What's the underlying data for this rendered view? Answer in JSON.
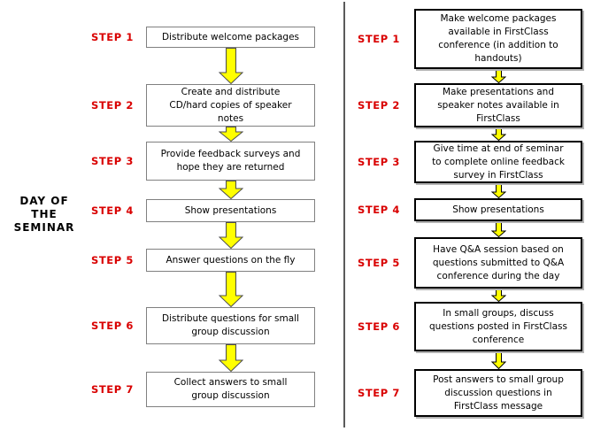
{
  "diagram": {
    "side_label": "DAY OF\nTHE\nSEMINAR",
    "left_column": {
      "steps": [
        {
          "label": "STEP 1",
          "text": "Distribute welcome packages"
        },
        {
          "label": "STEP 2",
          "text": "Create and distribute\nCD/hard copies of speaker\nnotes"
        },
        {
          "label": "STEP 3",
          "text": "Provide feedback surveys and\nhope they are returned"
        },
        {
          "label": "STEP 4",
          "text": "Show presentations"
        },
        {
          "label": "STEP 5",
          "text": "Answer questions on the fly"
        },
        {
          "label": "STEP 6",
          "text": "Distribute questions for small\ngroup discussion"
        },
        {
          "label": "STEP 7",
          "text": "Collect answers to small\ngroup discussion"
        }
      ]
    },
    "right_column": {
      "steps": [
        {
          "label": "STEP 1",
          "text": "Make welcome packages\navailable in FirstClass\nconference (in addition to\nhandouts)"
        },
        {
          "label": "STEP 2",
          "text": "Make presentations and\nspeaker notes available in\nFirstClass"
        },
        {
          "label": "STEP 3",
          "text": "Give time at end of seminar\nto complete online feedback\nsurvey in FirstClass"
        },
        {
          "label": "STEP 4",
          "text": "Show presentations"
        },
        {
          "label": "STEP 5",
          "text": "Have Q&A session based on\nquestions submitted to Q&A\nconference during the day"
        },
        {
          "label": "STEP 6",
          "text": "In small groups, discuss\nquestions posted in FirstClass\nconference"
        },
        {
          "label": "STEP 7",
          "text": "Post answers to small group\ndiscussion questions in\nFirstClass message"
        }
      ]
    },
    "colors": {
      "step_label_red": "#d90000",
      "arrow_fill_yellow": "#ffff00",
      "left_box_border": "#808080",
      "right_box_border": "#000000"
    }
  }
}
